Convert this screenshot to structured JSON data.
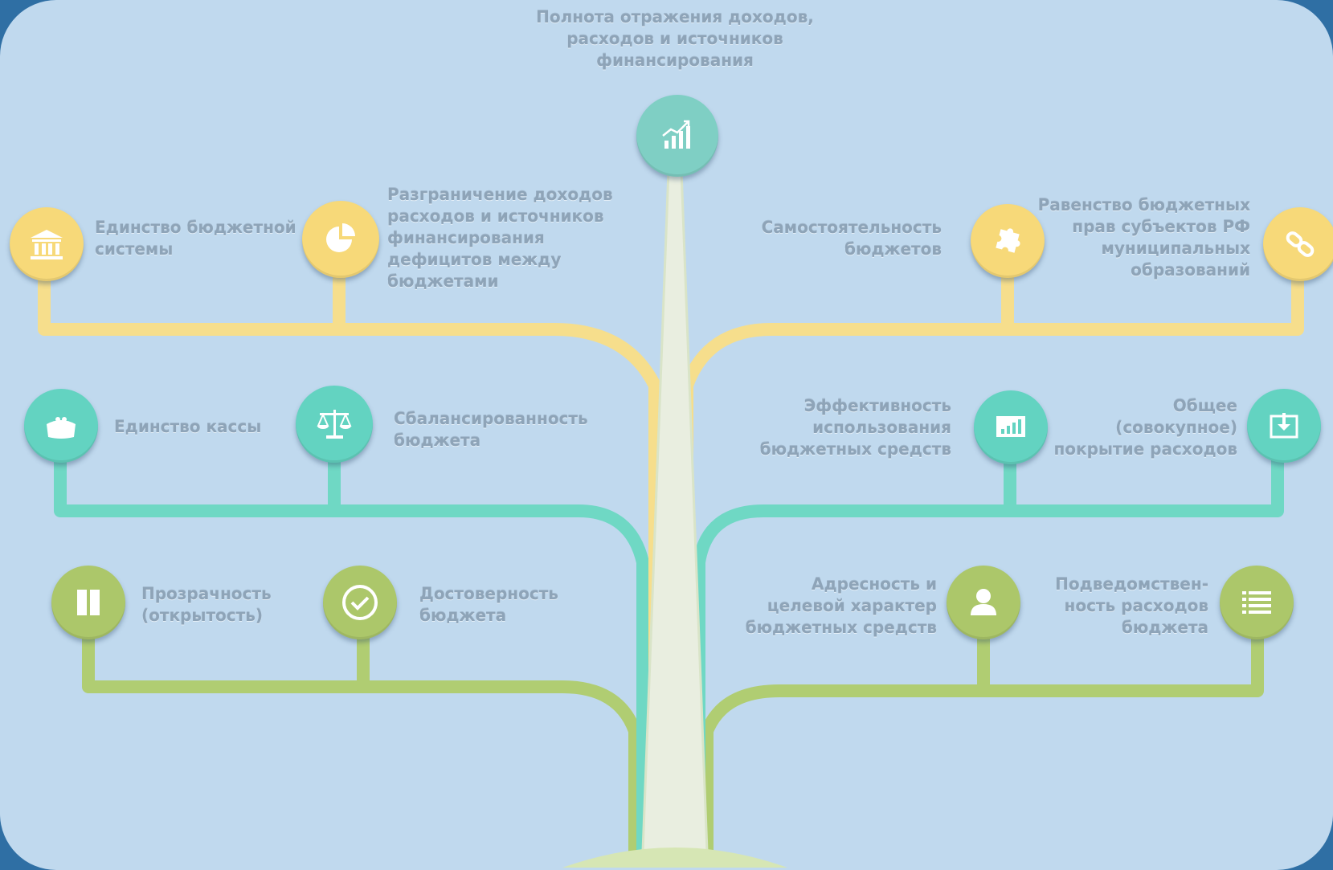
{
  "diagram": {
    "top": {
      "label": "Полнота отражения доходов,\nрасходов и источников\nфинансирования",
      "icon": "growth-chart-icon"
    },
    "yellow": [
      {
        "label": "Единство бюджетной\nсистемы",
        "icon": "bank-building-icon"
      },
      {
        "label": "Разграничение доходов\nрасходов и источников\nфинансирования\nдефицитов между\nбюджетами",
        "icon": "pie-chart-icon"
      },
      {
        "label": "Самостоятельность\nбюджетов",
        "icon": "puzzle-icon"
      },
      {
        "label": "Равенство бюджетных\nправ субъектов РФ\nмуниципальных\nобразований",
        "icon": "link-icon"
      }
    ],
    "teal": [
      {
        "label": "Единство кассы",
        "icon": "purse-icon"
      },
      {
        "label": "Сбалансированность\nбюджета",
        "icon": "scales-icon"
      },
      {
        "label": "Эффективность\nиспользования\nбюджетных средств",
        "icon": "bar-chart-icon"
      },
      {
        "label": "Общее\n(совокупное)\nпокрытие расходов",
        "icon": "download-box-icon"
      }
    ],
    "green": [
      {
        "label": "Прозрачность\n(открытость)",
        "icon": "pause-icon"
      },
      {
        "label": "Достоверность\nбюджета",
        "icon": "check-circle-icon"
      },
      {
        "label": "Адресность и\nцелевой характер\nбюджетных средств",
        "icon": "user-icon"
      },
      {
        "label": "Подведомствен-\nность расходов\nбюджета",
        "icon": "list-icon"
      }
    ],
    "colors": {
      "yellow": "#f7d979",
      "teal": "#63d3c1",
      "green": "#acc76a",
      "trunk": "#e6ecdc",
      "background": "#c0d9ee"
    }
  }
}
